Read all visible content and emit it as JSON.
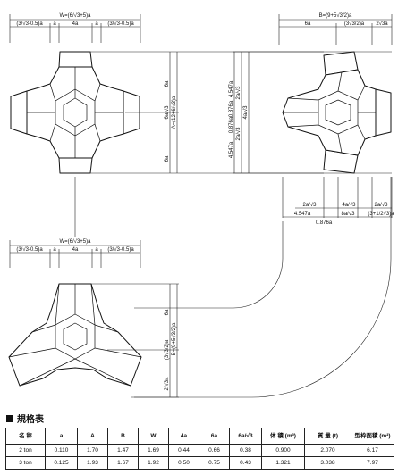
{
  "front_view": {
    "width_dim": "W=(6/√3+5)a",
    "sub_dims": [
      "(3/√3-0.5)a",
      "a",
      "4a",
      "a",
      "(3/√3-0.5)a"
    ],
    "v_dims": [
      "6a",
      "6a/√3",
      "6a"
    ],
    "height_dim": "A=(12+6/√3)a"
  },
  "side_view": {
    "width_dim": "B=(9+5√3/2)a",
    "top_dims": [
      "6a",
      "(3√3/2)a",
      "2√3a"
    ],
    "v_dims": [
      "4.547a",
      "2a/√3",
      "0.876a",
      "4a/√3",
      "0.876a",
      "2a/√3",
      "4.547a"
    ],
    "bottom_dims_1": [
      "2a/√3",
      "4a/√3",
      "2a/√3"
    ],
    "bottom_dims_2": [
      "4.547a",
      "8a/√3",
      "(3+1/2√3)a"
    ],
    "bottom_dim_3": "0.876a"
  },
  "plan_view": {
    "width_dim": "W=(6/√3+5)a",
    "sub_dims": [
      "(3/√3-0.5)a",
      "a",
      "4a",
      "a",
      "(3/√3-0.5)a"
    ],
    "v_dims": [
      "6a",
      "(3√3/2)a",
      "2/√3a"
    ],
    "height_dim": "B=(9+5√3/2)a"
  },
  "spec_table": {
    "heading": "規格表",
    "headers": [
      "名 称",
      "a",
      "A",
      "B",
      "W",
      "4a",
      "6a",
      "6a/√3",
      "体 積 (m³)",
      "質 量 (t)",
      "型枠面積 (m²)"
    ],
    "rows": [
      [
        "2 ton",
        "0.110",
        "1.70",
        "1.47",
        "1.69",
        "0.44",
        "0.66",
        "0.38",
        "0.900",
        "2.070",
        "6.17"
      ],
      [
        "3 ton",
        "0.125",
        "1.93",
        "1.67",
        "1.92",
        "0.50",
        "0.75",
        "0.43",
        "1.321",
        "3.038",
        "7.97"
      ]
    ]
  }
}
